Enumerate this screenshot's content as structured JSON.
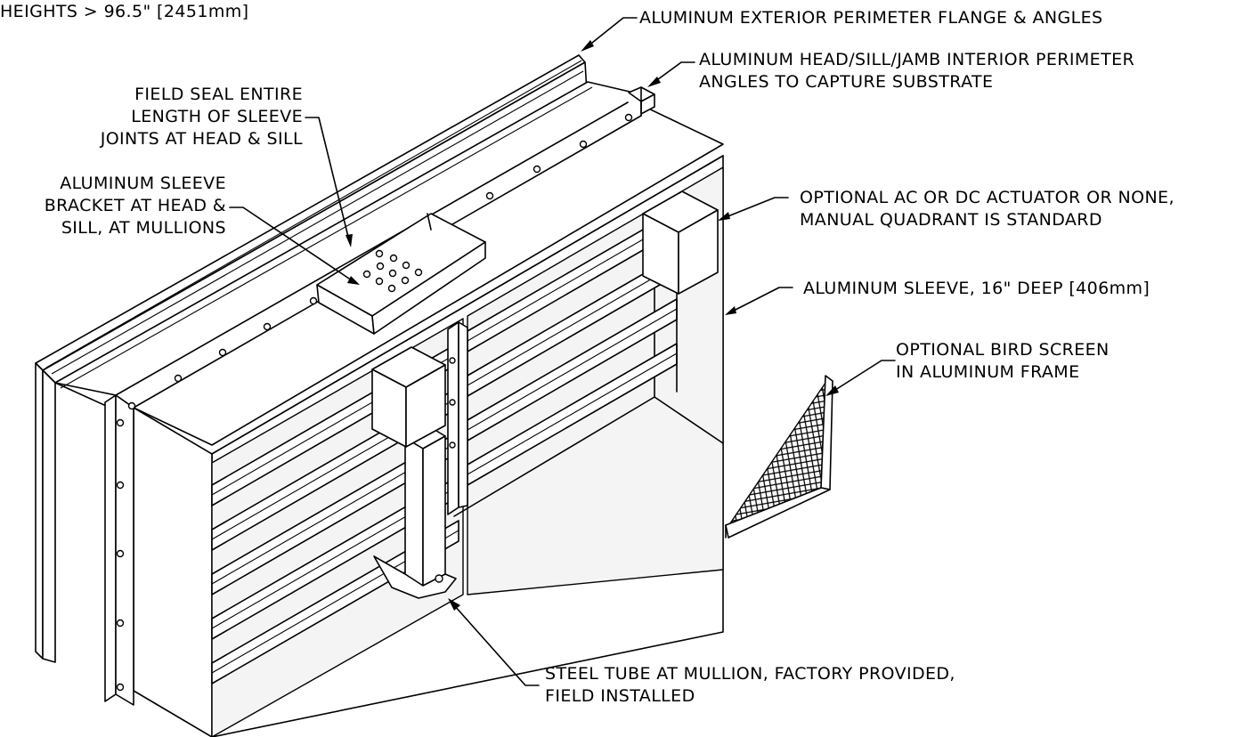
{
  "labels": {
    "heights_note": "HEIGHTS > 96.5\" [2451mm]",
    "exterior_flange": "ALUMINUM EXTERIOR PERIMETER FLANGE & ANGLES",
    "interior_angles_1": "ALUMINUM HEAD/SILL/JAMB INTERIOR PERIMETER",
    "interior_angles_2": "ANGLES TO CAPTURE SUBSTRATE",
    "field_seal_1": "FIELD SEAL ENTIRE",
    "field_seal_2": "LENGTH OF SLEEVE",
    "field_seal_3": "JOINTS AT HEAD & SILL",
    "sleeve_bracket_1": "ALUMINUM SLEEVE",
    "sleeve_bracket_2": "BRACKET AT HEAD &",
    "sleeve_bracket_3": "SILL, AT MULLIONS",
    "actuator_1": "OPTIONAL AC OR DC ACTUATOR OR NONE,",
    "actuator_2": "MANUAL QUADRANT IS STANDARD",
    "sleeve_depth": "ALUMINUM SLEEVE, 16\" DEEP [406mm]",
    "bird_screen_1": "OPTIONAL BIRD SCREEN",
    "bird_screen_2": "IN ALUMINUM FRAME",
    "steel_tube_1": "STEEL TUBE AT MULLION, FACTORY PROVIDED,",
    "steel_tube_2": "FIELD INSTALLED"
  },
  "colors": {
    "line": "#000000",
    "background": "#ffffff"
  }
}
